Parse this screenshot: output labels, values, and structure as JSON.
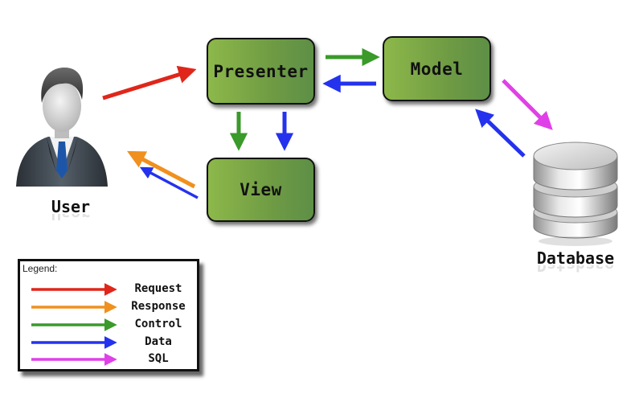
{
  "nodes": {
    "presenter": "Presenter",
    "model": "Model",
    "view": "View",
    "user": "User",
    "database": "Database"
  },
  "legend": {
    "title": "Legend:",
    "items": [
      {
        "label": "Request",
        "color": "#e0261b"
      },
      {
        "label": "Response",
        "color": "#f0901e"
      },
      {
        "label": "Control",
        "color": "#3a9a2a"
      },
      {
        "label": "Data",
        "color": "#2432ee"
      },
      {
        "label": "SQL",
        "color": "#e040e8"
      }
    ]
  },
  "colors": {
    "box_fill": "#7aa948",
    "request": "#e0261b",
    "response": "#f0901e",
    "control": "#3a9a2a",
    "data": "#2432ee",
    "sql": "#e040e8"
  },
  "icons": {
    "user": "businessman-icon",
    "database": "database-cylinder-icon"
  }
}
